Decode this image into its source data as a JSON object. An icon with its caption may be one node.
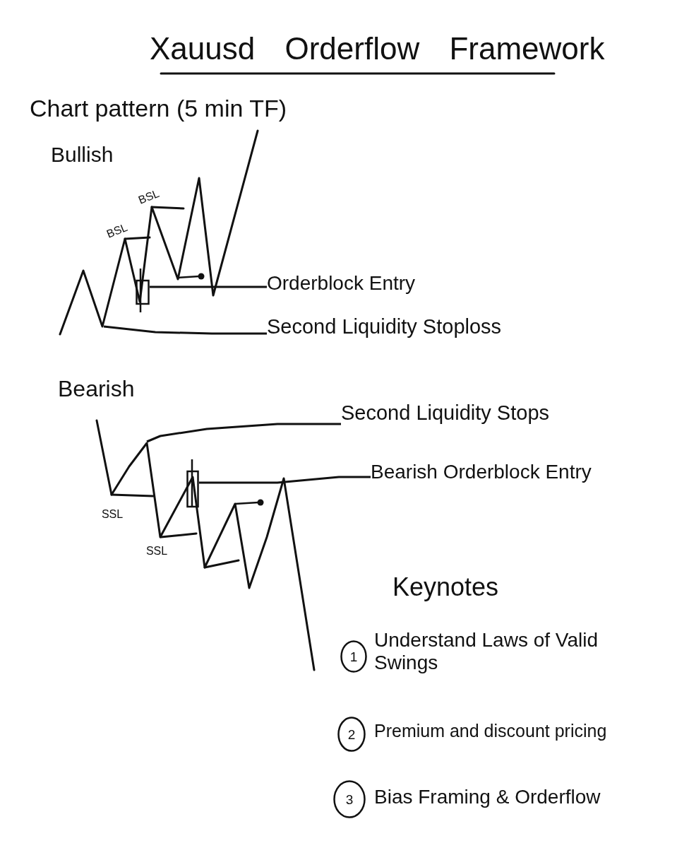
{
  "diagram": {
    "title": "Xauusd Orderflow Framework",
    "nodes": [
      {
        "text": [],
        "shape": "bar"
      },
      {
        "text": [
          "Orderblock Entry"
        ]
      },
      {
        "text": [
          "Second Liquidity Stoploss"
        ]
      },
      {
        "text": [
          "Second Liquidity Stops"
        ]
      },
      {
        "text": [],
        "shape": "bar"
      },
      {
        "text": [
          "Bearish Orderblock Entry"
        ]
      },
      {
        "text": [
          "1"
        ],
        "beside": [
          "Understand Laws of Valid Swings"
        ]
      },
      {
        "text": [
          "2"
        ],
        "beside": [
          "Premium and discount pricing"
        ]
      },
      {
        "text": [
          "3"
        ],
        "beside": [
          "Bias Framing & Orderflow"
        ]
      }
    ],
    "edges": [
      {
        "from": 1,
        "to": 0,
        "arrow": "none"
      },
      {
        "from": 2,
        "to": null,
        "arrow": "none"
      },
      {
        "from": 3,
        "to": null,
        "arrow": "none"
      },
      {
        "from": 5,
        "to": 4,
        "arrow": "none"
      }
    ],
    "labels": [
      "Chart pattern (5 min TF)",
      "Bullish",
      "BSL",
      "BSL",
      "Bearish",
      "SSL",
      "SSL",
      "Keynotes"
    ]
  }
}
